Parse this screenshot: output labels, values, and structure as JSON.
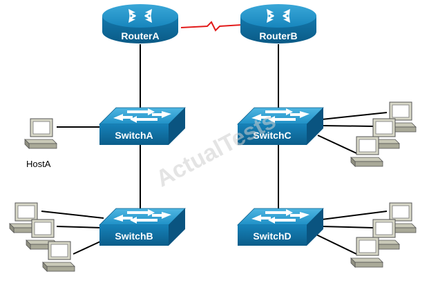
{
  "routers": [
    {
      "id": "router-a",
      "label": "RouterA"
    },
    {
      "id": "router-b",
      "label": "RouterB"
    }
  ],
  "switches": [
    {
      "id": "switch-a",
      "label": "SwitchA"
    },
    {
      "id": "switch-b",
      "label": "SwitchB"
    },
    {
      "id": "switch-c",
      "label": "SwitchC"
    },
    {
      "id": "switch-d",
      "label": "SwitchD"
    }
  ],
  "hosts": [
    {
      "id": "host-a",
      "label": "HostA"
    }
  ],
  "watermark": "ActualTests",
  "colors": {
    "device_blue": "#1a8fc2",
    "device_blue_dark": "#0b5f8a",
    "serial_link": "#e21b1b",
    "link": "#000000"
  }
}
